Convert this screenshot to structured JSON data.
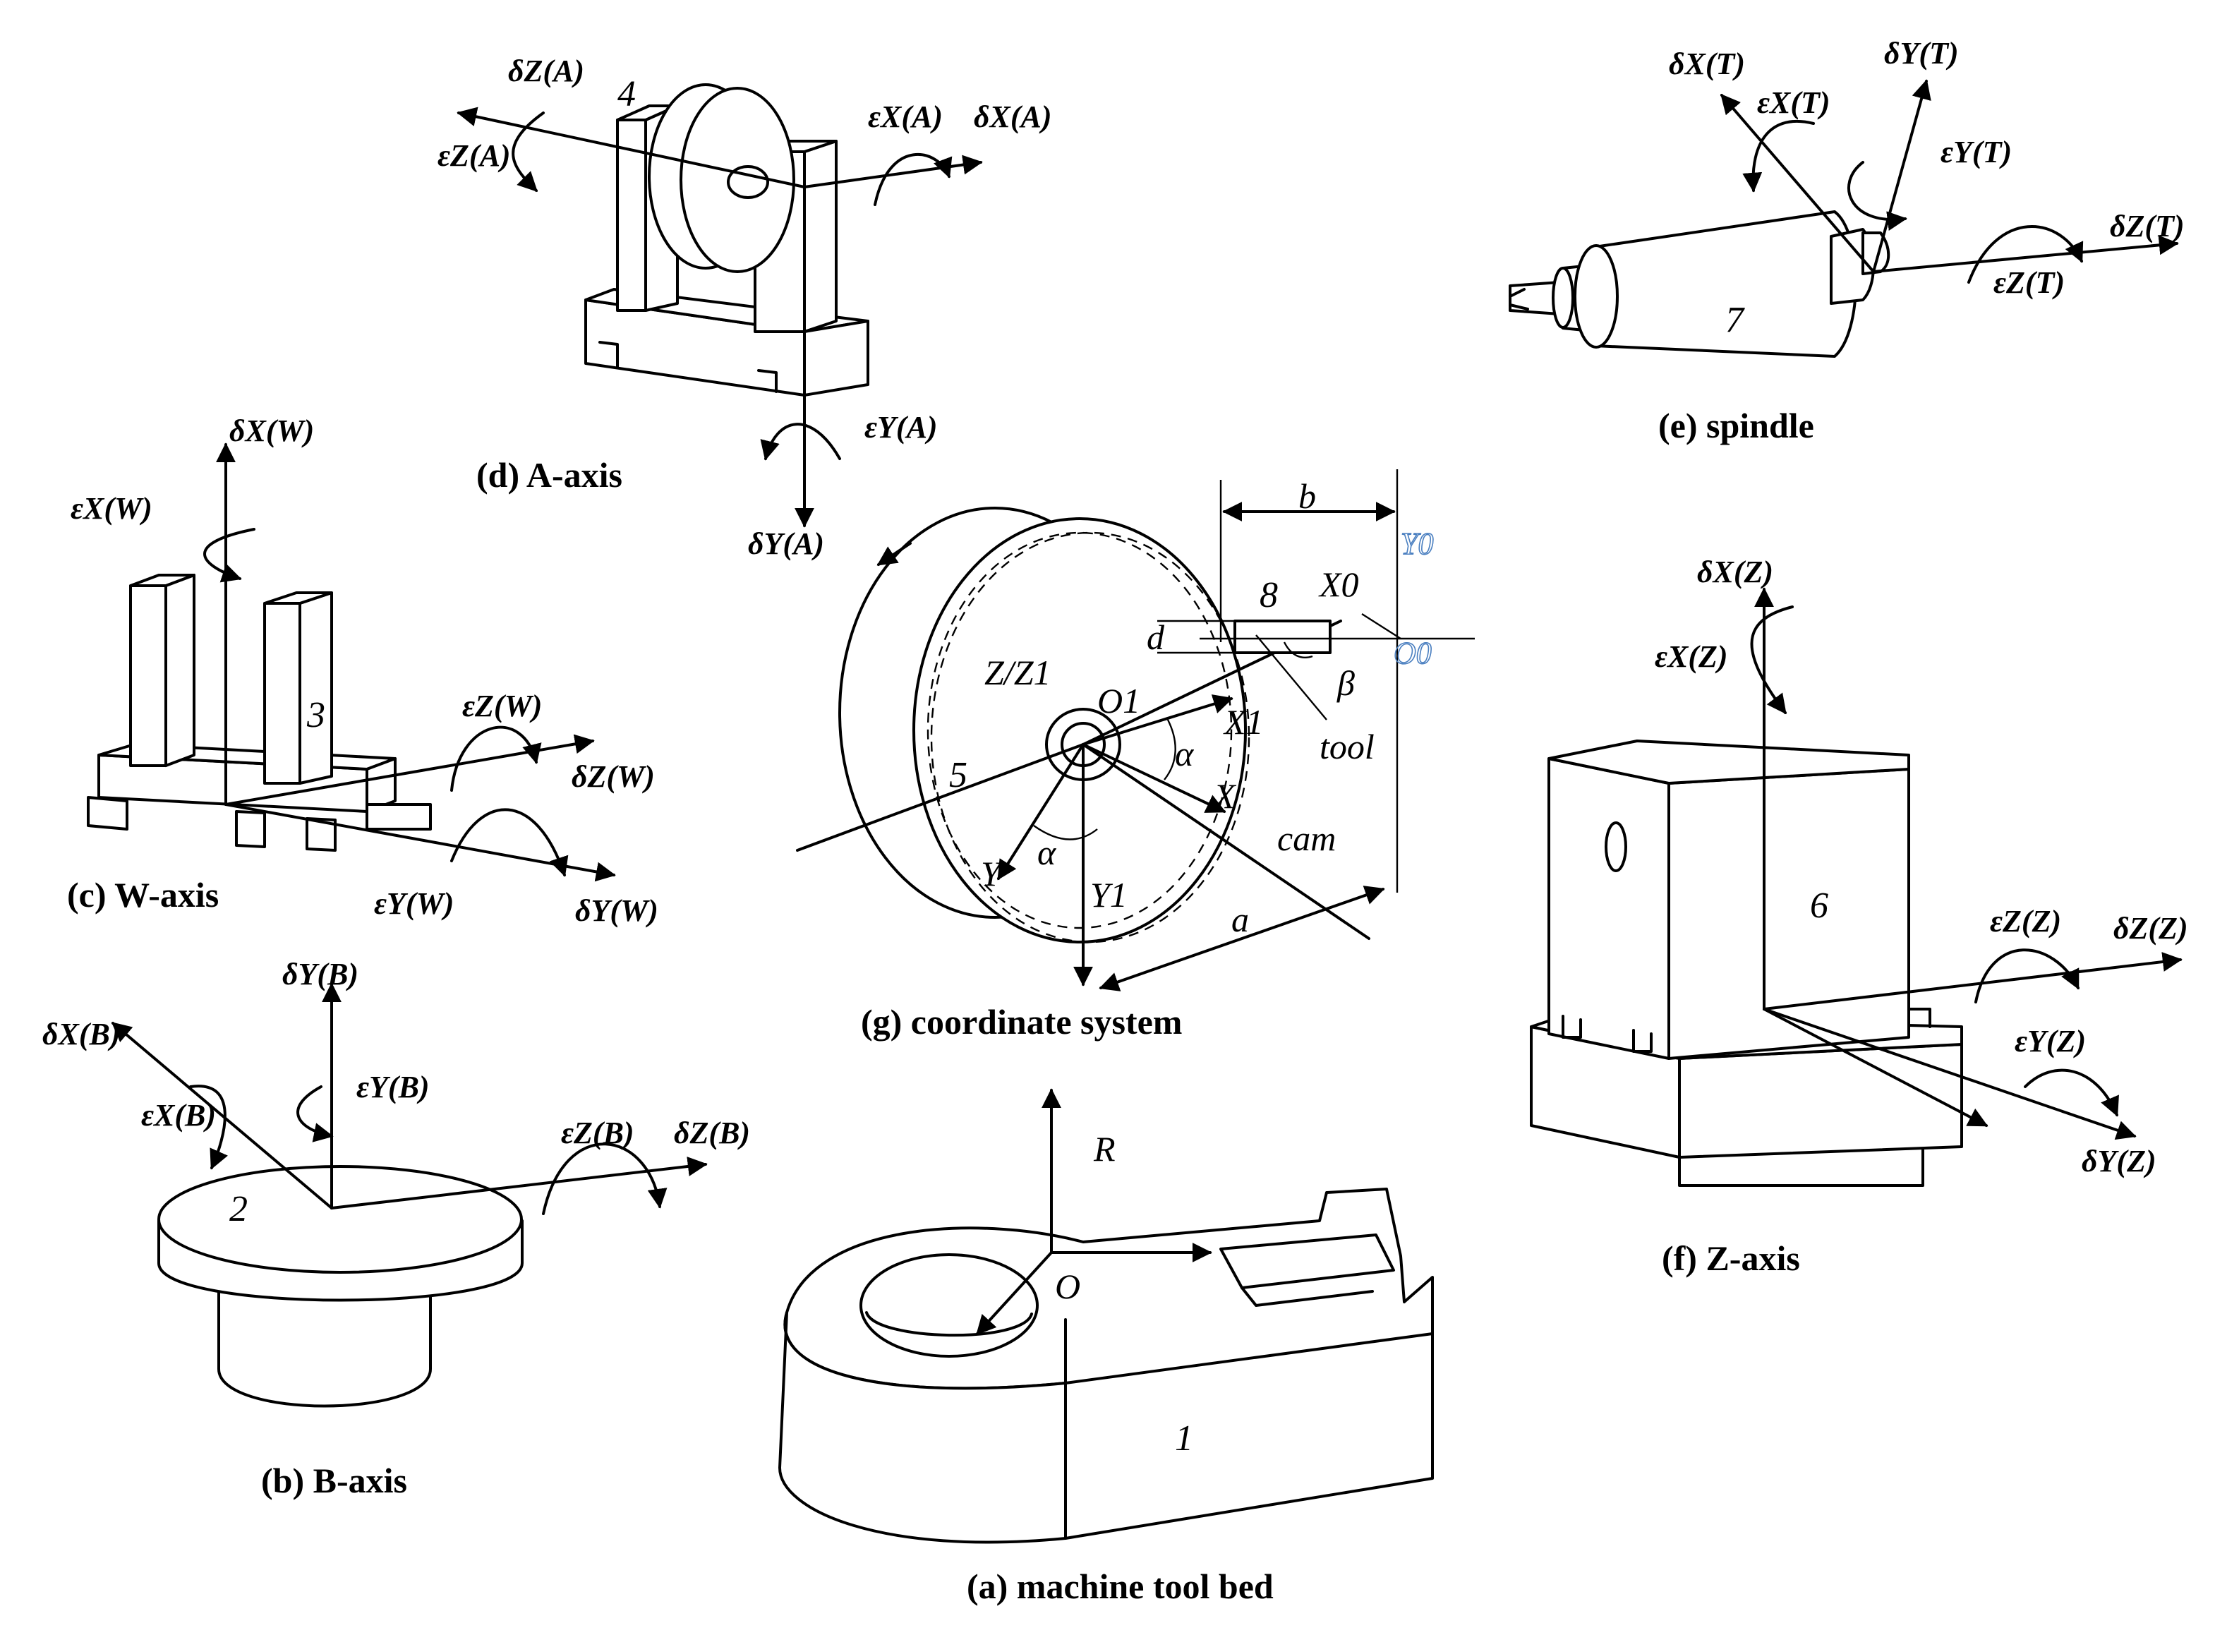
{
  "captions": {
    "a": "(a) machine tool bed",
    "b": "(b) B-axis",
    "c": "(c) W-axis",
    "d": "(d) A-axis",
    "e": "(e) spindle",
    "f": "(f) Z-axis",
    "g": "(g) coordinate system"
  },
  "part_numbers": [
    "1",
    "2",
    "3",
    "4",
    "5",
    "6",
    "7",
    "8"
  ],
  "bed": {
    "axis_r": "R",
    "origin": "O"
  },
  "b_axis": {
    "dx": "δX(B)",
    "dy": "δY(B)",
    "dz": "δZ(B)",
    "ex": "εX(B)",
    "ey": "εY(B)",
    "ez": "εZ(B)"
  },
  "w_axis": {
    "dx": "δX(W)",
    "dy": "δY(W)",
    "dz": "δZ(W)",
    "ex": "εX(W)",
    "ey": "εY(W)",
    "ez": "εZ(W)"
  },
  "a_axis": {
    "dx": "δX(A)",
    "dy": "δY(A)",
    "dz": "δZ(A)",
    "ex": "εX(A)",
    "ey": "εY(A)",
    "ez": "εZ(A)"
  },
  "spindle": {
    "dx": "δX(T)",
    "dy": "δY(T)",
    "dz": "δZ(T)",
    "ex": "εX(T)",
    "ey": "εY(T)",
    "ez": "εZ(T)"
  },
  "z_axis": {
    "dx": "δX(Z)",
    "dy": "δY(Z)",
    "dz": "δZ(Z)",
    "ex": "εX(Z)",
    "ey": "εY(Z)",
    "ez": "εZ(Z)"
  },
  "coord": {
    "zz1": "Z/Z1",
    "o1": "O1",
    "x1": "X1",
    "x": "X",
    "y": "Y",
    "y1": "Y1",
    "alpha": "α",
    "beta": "β",
    "x0": "X0",
    "y0": "Y0",
    "o0": "O0",
    "a": "a",
    "b": "b",
    "d": "d",
    "tool": "tool",
    "cam": "cam"
  }
}
